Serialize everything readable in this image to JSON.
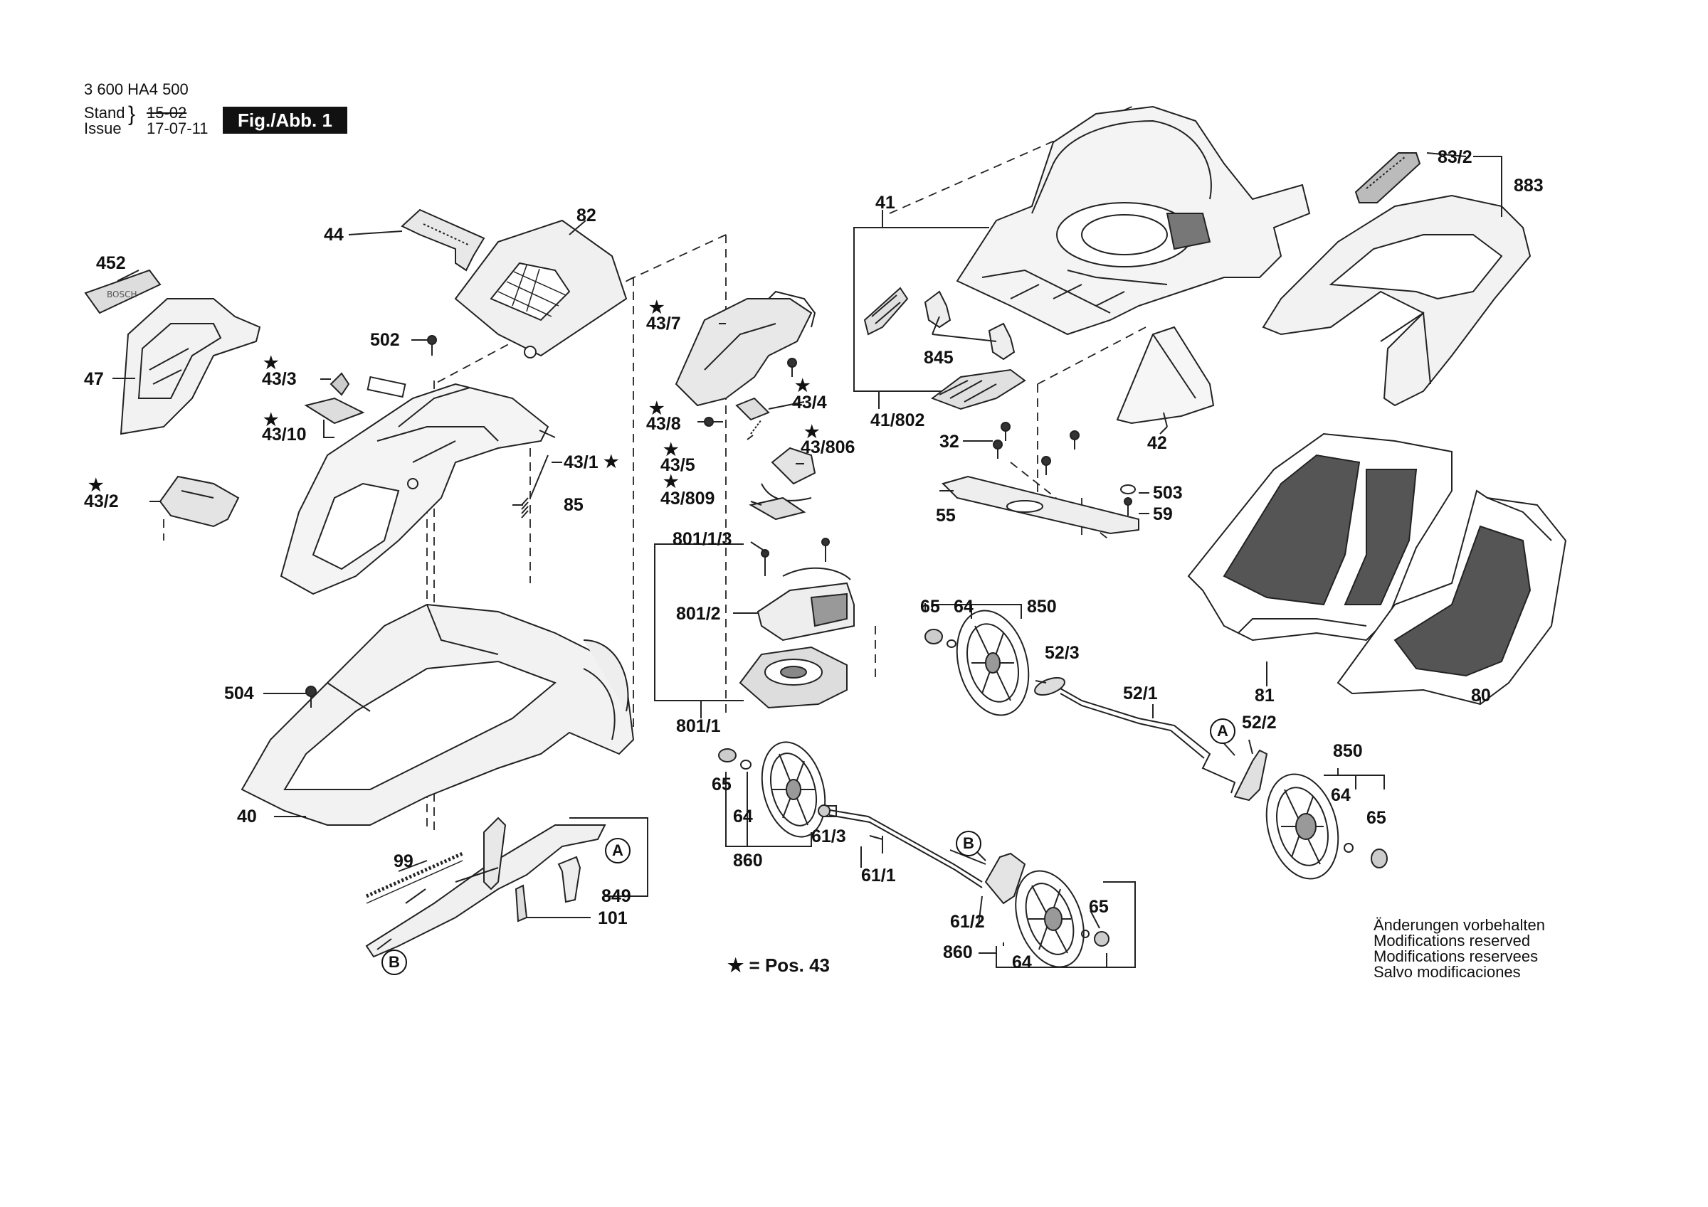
{
  "header": {
    "doc_number": "3 600 HA4 500",
    "stand_label": "Stand",
    "stand_value": "15-02",
    "issue_label": "Issue",
    "issue_value": "17-07-11",
    "figure": "Fig./Abb. 1"
  },
  "star_glyph": "★",
  "callouts": {
    "l452": "452",
    "l47": "47",
    "l44": "44",
    "l82": "82",
    "l502": "502",
    "l43_3": "43/3",
    "l43_10": "43/10",
    "l43_1": "43/1",
    "l43_2": "43/2",
    "l85": "85",
    "l504": "504",
    "l40": "40",
    "l99": "99",
    "l849": "849",
    "l101": "101",
    "l43_7": "43/7",
    "l43_4": "43/4",
    "l43_8": "43/8",
    "l43_5": "43/5",
    "l43_806": "43/806",
    "l43_809": "43/809",
    "l801_1_3": "801/1/3",
    "l801_2": "801/2",
    "l801_1": "801/1",
    "l65a": "65",
    "l64a": "64",
    "l860a": "860",
    "l61_3": "61/3",
    "l61_1": "61/1",
    "l61_2": "61/2",
    "l860b": "860",
    "l64b": "64",
    "l65b": "65",
    "l41": "41",
    "l845": "845",
    "l41_802": "41/802",
    "l32": "32",
    "l42": "42",
    "l55": "55",
    "l503": "503",
    "l59": "59",
    "l65c": "65",
    "l64c": "64",
    "l850a": "850",
    "l52_3": "52/3",
    "l52_1": "52/1",
    "l52_2": "52/2",
    "l850b": "850",
    "l64d": "64",
    "l65d": "65",
    "l83_2": "83/2",
    "l883": "883",
    "l81": "81",
    "l80": "80",
    "refA1": "A",
    "refA2": "A",
    "refB1": "B",
    "refB2": "B"
  },
  "legend": {
    "pos_text": "= Pos. 43"
  },
  "notes": {
    "line1": "Änderungen vorbehalten",
    "line2": "Modifications reserved",
    "line3": "Modifications reservees",
    "line4": "Salvo modificaciones"
  }
}
